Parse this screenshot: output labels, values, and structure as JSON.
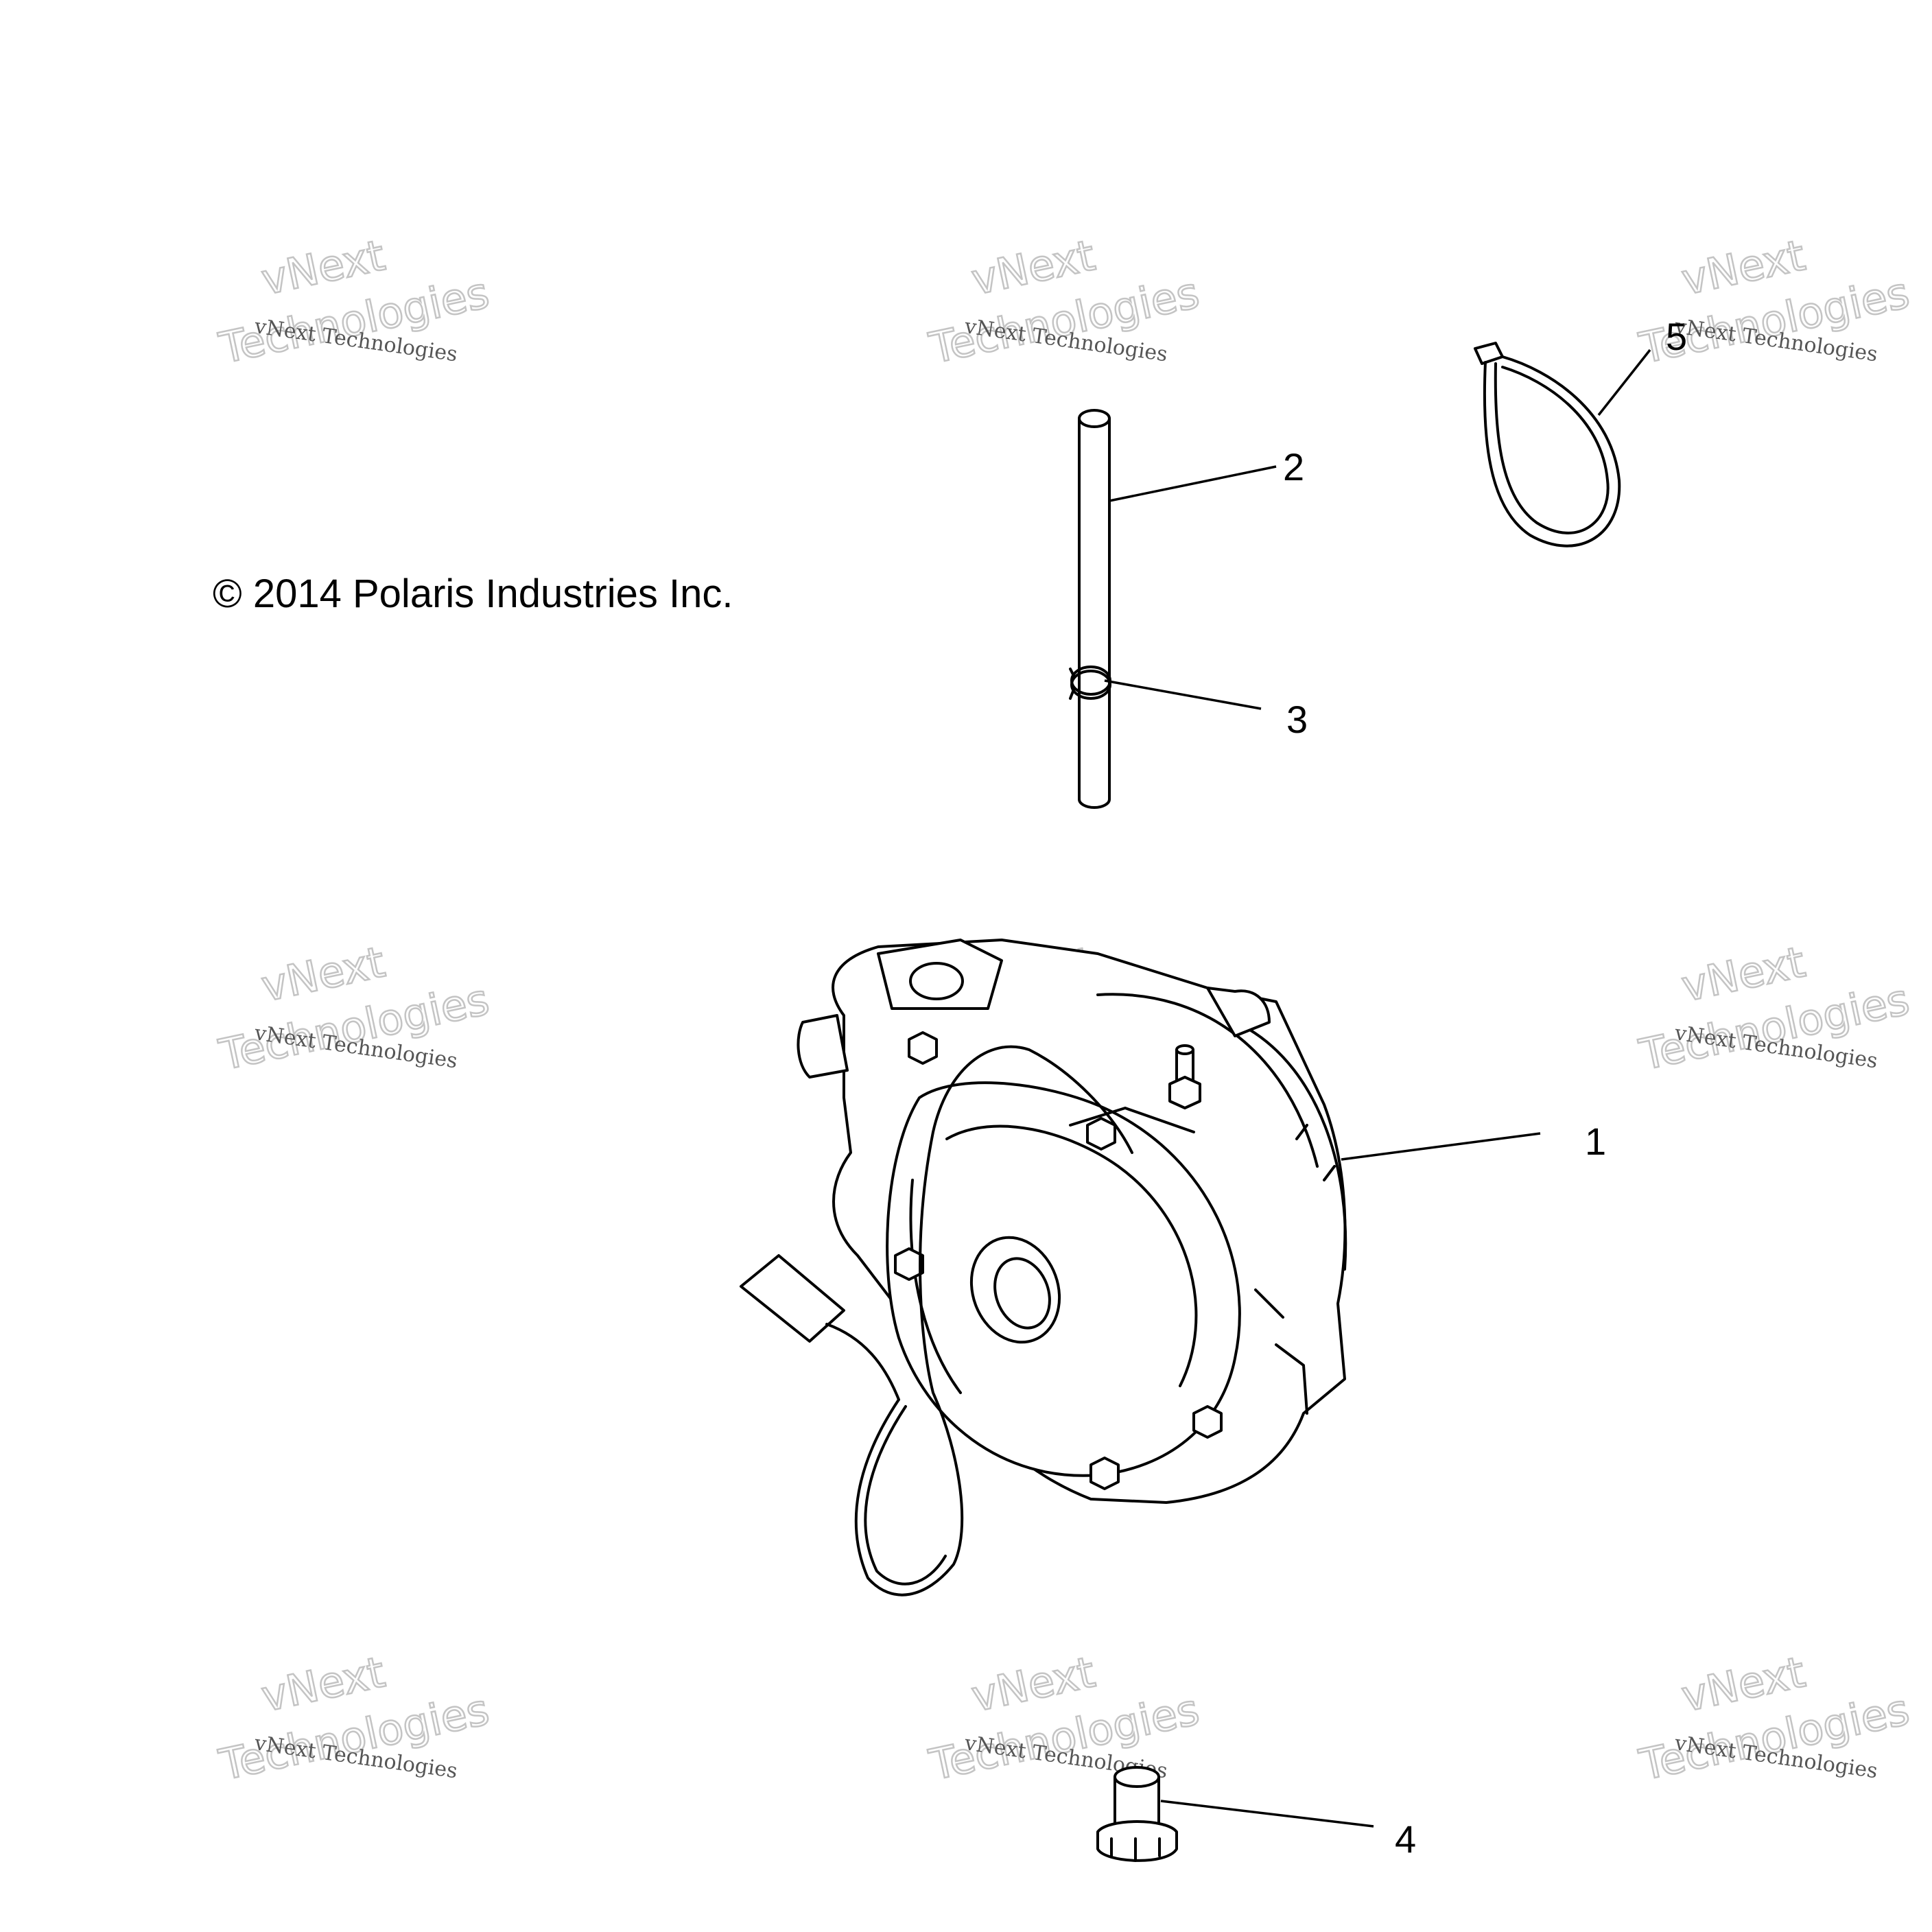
{
  "copyright": "© 2014 Polaris Industries Inc.",
  "watermark": {
    "line_small": "vNext Technologies",
    "brand_top": "vNext",
    "brand_bottom": "Technologies"
  },
  "callouts": [
    "1",
    "2",
    "3",
    "4",
    "5"
  ]
}
